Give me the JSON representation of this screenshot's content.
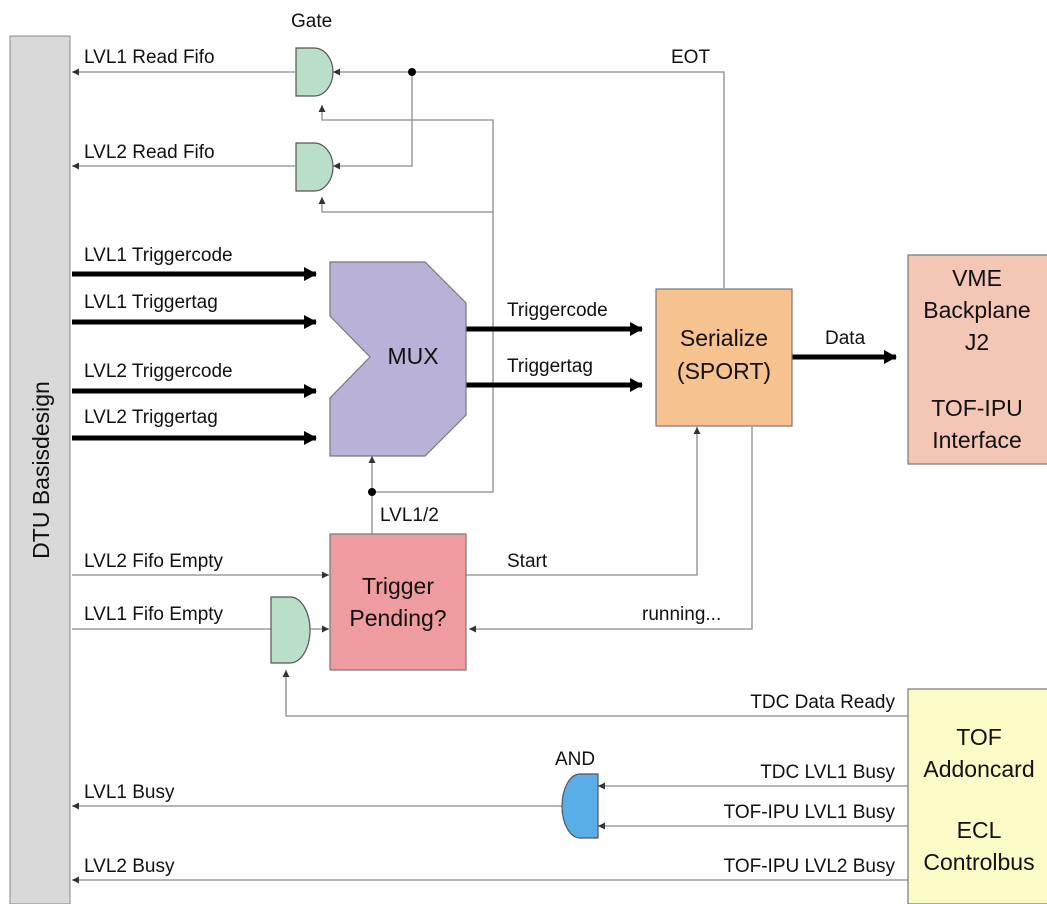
{
  "colors": {
    "sidebar": "#d9d9d9",
    "gate": "#b9dfc9",
    "and_gate": "#5aaee8",
    "mux": "#b9b1d8",
    "serialize": "#f6c28f",
    "trigger": "#ef9ca0",
    "vme": "#f4c6b6",
    "tof": "#fbfbc7"
  },
  "sidebar": {
    "label": "DTU Basisdesign"
  },
  "gates": {
    "gate_label": "Gate",
    "and_label": "AND"
  },
  "blocks": {
    "mux": "MUX",
    "serialize": [
      "Serialize",
      "(SPORT)"
    ],
    "trigger": [
      "Trigger",
      "Pending?"
    ],
    "vme": [
      "VME",
      "Backplane",
      "J2",
      "",
      "TOF-IPU",
      "Interface"
    ],
    "tof": [
      "TOF",
      "Addoncard",
      "",
      "ECL",
      "Controlbus"
    ]
  },
  "signals": {
    "lvl1_read_fifo": "LVL1 Read Fifo",
    "lvl2_read_fifo": "LVL2 Read Fifo",
    "eot": "EOT",
    "lvl1_triggercode": "LVL1 Triggercode",
    "lvl1_triggertag": "LVL1 Triggertag",
    "lvl2_triggercode": "LVL2 Triggercode",
    "lvl2_triggertag": "LVL2 Triggertag",
    "triggercode": "Triggercode",
    "triggertag": "Triggertag",
    "data": "Data",
    "lvl12": "LVL1/2",
    "lvl2_fifo_empty": "LVL2 Fifo Empty",
    "lvl1_fifo_empty": "LVL1 Fifo Empty",
    "start": "Start",
    "running": "running...",
    "tdc_data_ready": "TDC Data Ready",
    "tdc_lvl1_busy": "TDC LVL1 Busy",
    "tofipu_lvl1_busy": "TOF-IPU LVL1 Busy",
    "tofipu_lvl2_busy": "TOF-IPU LVL2 Busy",
    "lvl1_busy": "LVL1 Busy",
    "lvl2_busy": "LVL2 Busy"
  }
}
